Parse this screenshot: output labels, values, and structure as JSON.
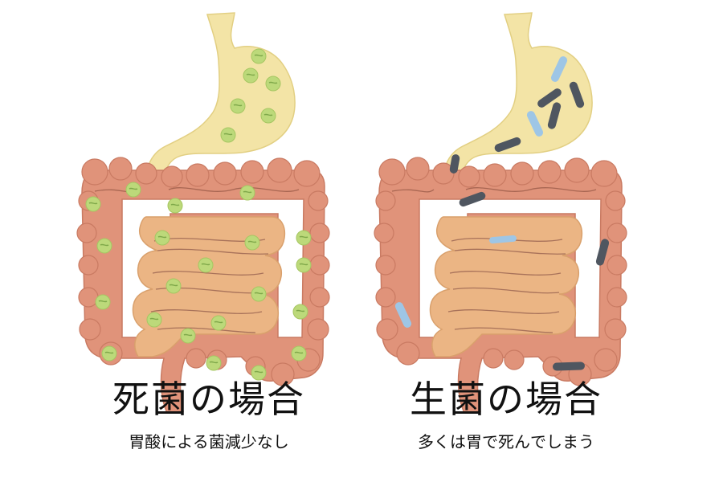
{
  "panels": [
    {
      "id": "left",
      "title": "死菌の場合",
      "subtitle": "胃酸による菌減少なし",
      "bacteria_kind": "dead-bacteria"
    },
    {
      "id": "right",
      "title": "生菌の場合",
      "subtitle": "多くは胃で死んでしまう",
      "bacteria_kind": "live-bacteria"
    }
  ],
  "colors": {
    "stomach": "#f3e4a6",
    "large_intestine": "#e0937a",
    "small_intestine": "#ebb584",
    "outline": "#b07a5a",
    "dead_bacteria": "#bcd97a",
    "dead_bacteria_line": "#7fa84a",
    "live_bacteria_dark": "#4f5660",
    "live_bacteria_light": "#9ec6e6"
  }
}
